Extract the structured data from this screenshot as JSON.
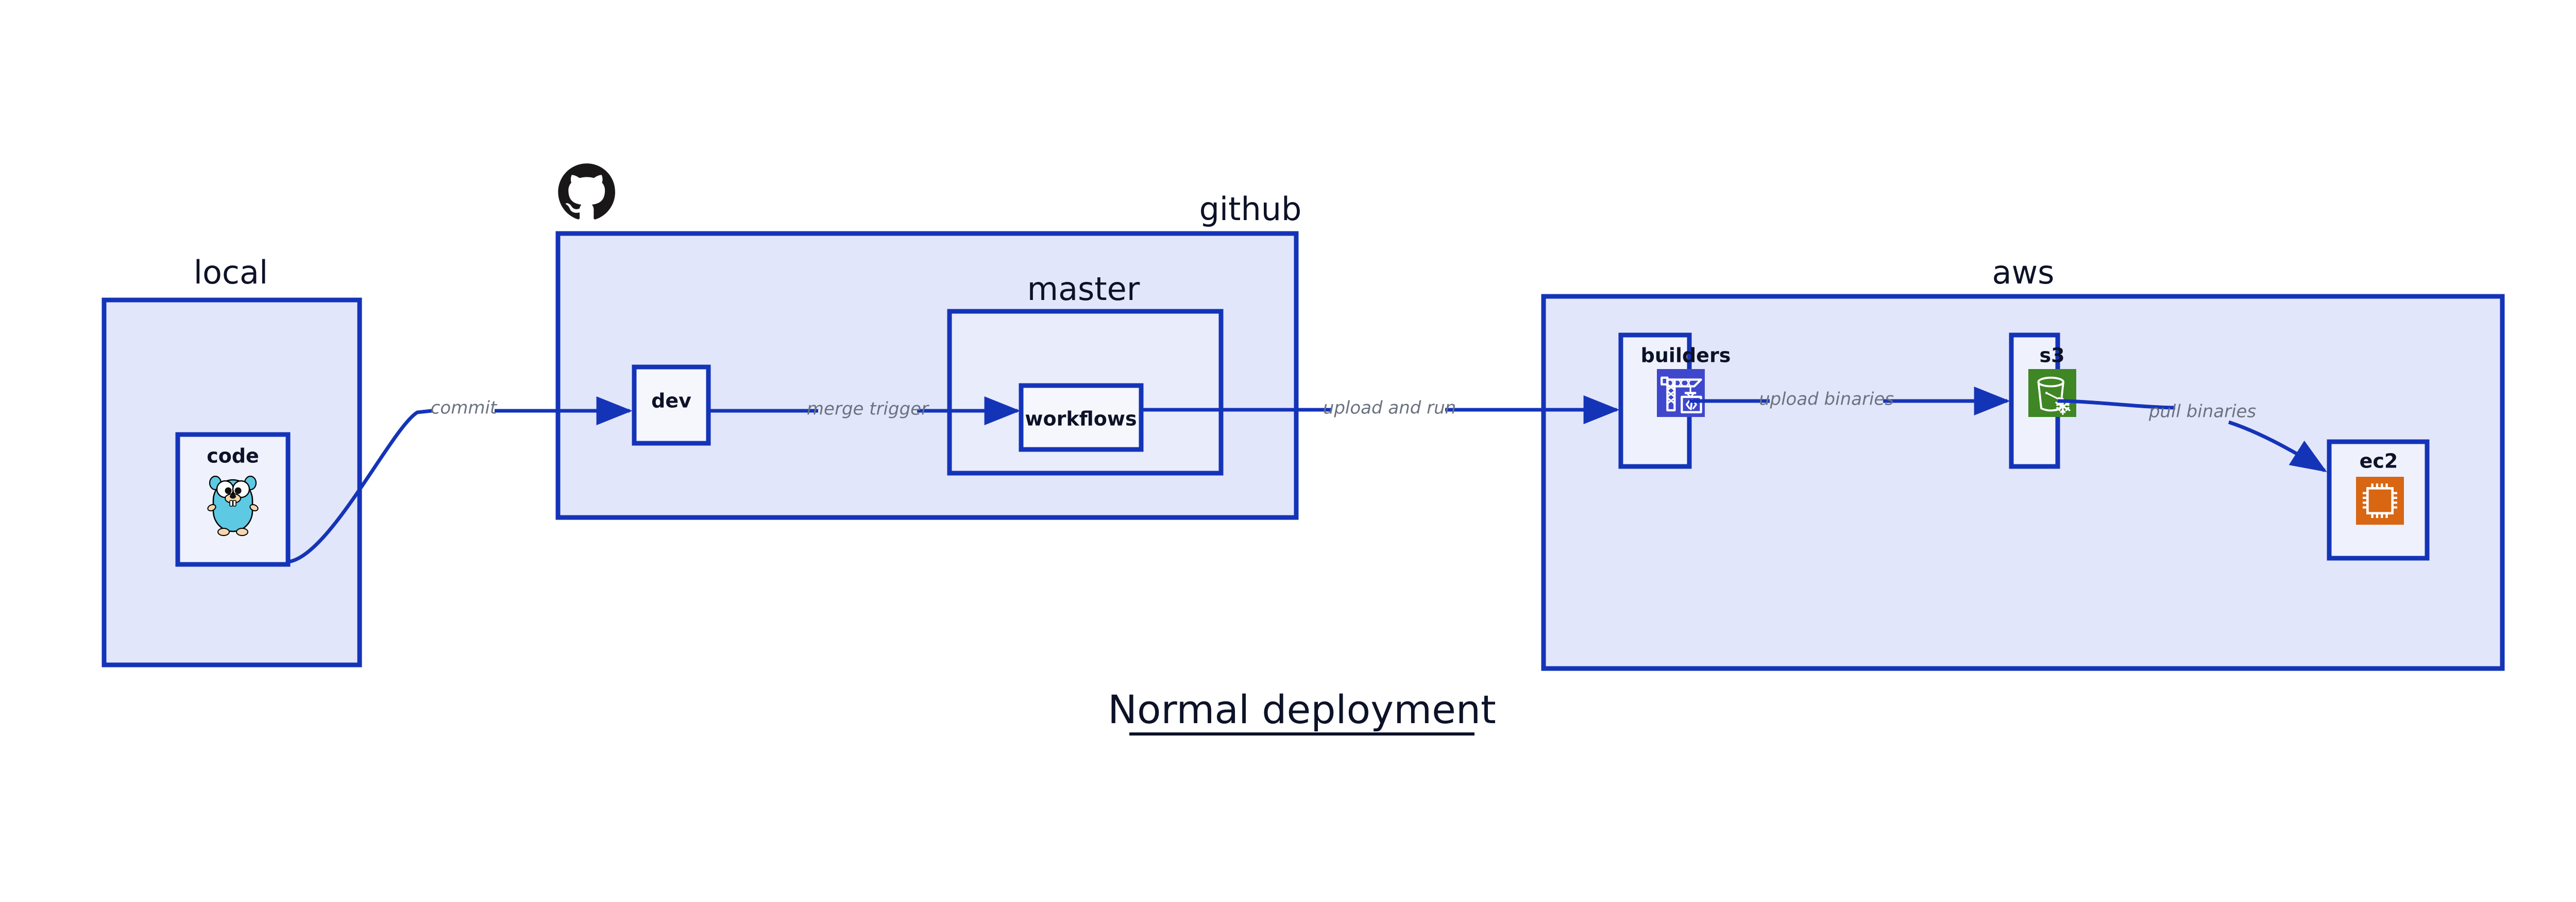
{
  "title": {
    "text": "Normal deployment",
    "underlined": true,
    "color": "#0d1228"
  },
  "colors": {
    "border": "#1434b8",
    "group_fill": "#e2e6fa",
    "subgroup_fill": "#e8ecfb",
    "node_fill": "#eff2fd",
    "node_fill_light": "#f6f7fd",
    "edge_stroke": "#1434b8",
    "edge_label": "#6b7280",
    "text": "#0d1228",
    "codebuild_icon_bg": "#3f48cc",
    "s3_icon_bg": "#3f8624",
    "ec2_icon_bg": "#d86613",
    "gopher_body": "#5dc9e2",
    "github_logo": "#191717"
  },
  "groups": [
    {
      "id": "local",
      "label": "local",
      "nodes": [
        {
          "id": "code",
          "label": "code",
          "icon": "go-gopher-icon"
        }
      ]
    },
    {
      "id": "github",
      "label": "github",
      "icon": "github-logo-icon",
      "nodes": [
        {
          "id": "dev",
          "label": "dev",
          "icon": null
        }
      ],
      "subgroups": [
        {
          "id": "master",
          "label": "master",
          "nodes": [
            {
              "id": "workflows",
              "label": "workflows",
              "icon": null
            }
          ]
        }
      ]
    },
    {
      "id": "aws",
      "label": "aws",
      "nodes": [
        {
          "id": "builders",
          "label": "builders",
          "icon": "aws-codebuild-icon"
        },
        {
          "id": "s3",
          "label": "s3",
          "icon": "aws-s3-glacier-icon"
        },
        {
          "id": "ec2",
          "label": "ec2",
          "icon": "aws-ec2-icon"
        }
      ]
    }
  ],
  "edges": [
    {
      "id": "code-to-dev",
      "from": "code",
      "to": "dev",
      "label": "commit"
    },
    {
      "id": "dev-to-workflows",
      "from": "dev",
      "to": "workflows",
      "label": "merge trigger"
    },
    {
      "id": "workflows-to-builders",
      "from": "workflows",
      "to": "builders",
      "label": "upload and run"
    },
    {
      "id": "builders-to-s3",
      "from": "builders",
      "to": "s3",
      "label": "upload binaries"
    },
    {
      "id": "s3-to-ec2",
      "from": "s3",
      "to": "ec2",
      "label": "pull binaries"
    }
  ]
}
